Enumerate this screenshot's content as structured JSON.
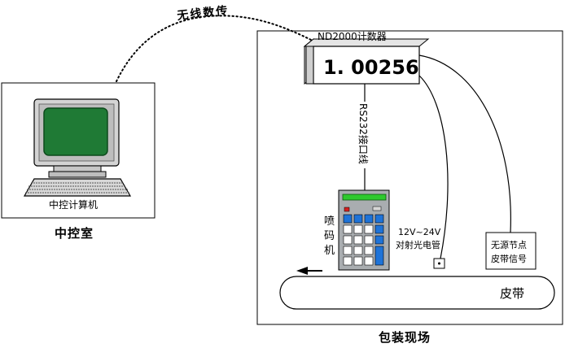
{
  "wireless_label": "无线数传",
  "control_room": {
    "computer_label": "中控计算机",
    "room_label": "中控室"
  },
  "site": {
    "site_label": "包装现场",
    "counter_title": "ND2000计数器",
    "counter_display": "1. 00256",
    "cable_label": "RS232接口线",
    "printer_label_lines": [
      "喷",
      "码",
      "机"
    ],
    "sensor_label_lines": [
      "12V~24V",
      "对射光电管"
    ],
    "passive_node_lines": [
      "无源节点",
      "皮带信号"
    ],
    "belt_label": "皮带"
  },
  "colors": {
    "screen": "#1f7a35",
    "screen_dark": "#0d4a1c",
    "computer_body": "#cfcfcf",
    "printer_body": "#a9adb0",
    "printer_display": "#2ec92e",
    "key_blue": "#1e73d8",
    "key_red": "#d42020"
  }
}
